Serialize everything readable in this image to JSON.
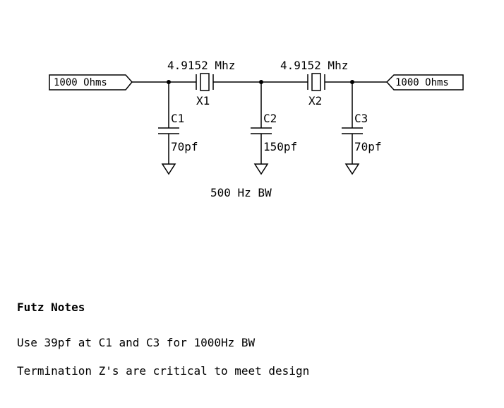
{
  "schematic": {
    "ports": {
      "left_label": "1000 Ohms",
      "right_label": "1000 Ohms"
    },
    "crystals": [
      {
        "ref": "X1",
        "freq": "4.9152 Mhz"
      },
      {
        "ref": "X2",
        "freq": "4.9152 Mhz"
      }
    ],
    "capacitors": [
      {
        "ref": "C1",
        "value": "70pf"
      },
      {
        "ref": "C2",
        "value": "150pf"
      },
      {
        "ref": "C3",
        "value": "70pf"
      }
    ],
    "bandwidth_label": "500 Hz BW"
  },
  "notes": {
    "title": "Futz Notes",
    "lines": [
      "Use 39pf at C1 and C3 for 1000Hz BW",
      "Termination Z's are critical to meet design"
    ]
  }
}
